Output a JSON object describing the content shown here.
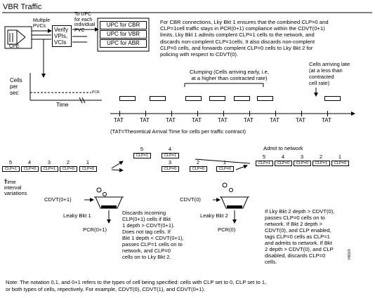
{
  "title": "VBR Traffic",
  "top": {
    "multiple_pvcs": "Multiple\nPVCs",
    "to_upc": "To UPC\nfor each\nindividual\nPVC",
    "verify_box": "Verify\nVPIs,\nVCIs",
    "cpe": "CPE",
    "upc_items": [
      "UPC for CBR",
      "UPC for VBR",
      "UPC for ABR"
    ],
    "cells_per_sec": "Cells\nper\nsec",
    "pcr": "PCR",
    "time": "Time",
    "description": "For CBR connections, Lky Bkt 1 ensures that the combined CLP=0 and\nCLP=1cell traffic stays in PCR(0+1) compliance within the CDVT(0+1)\nlimits.  Lky Bkt 1 admits complent CLP=1 cells to the network, and\ndiscards non-complent CLP=1cells.  It also discards non-complent\nCLP=0 cells, and forwards complent CLP=0 cells to Lky Bkt 2 for\npolicing with respect to CDVT(0)."
  },
  "tat_section": {
    "clumping_label": "Clumping (Cells arriving early, i.e,\nat a higher than contracted rate)",
    "late_label": "Cells arriving late\n(at a less than\ncontracted\ncell rate)",
    "tat_label": "TAT",
    "tat_count": 9,
    "legend": "(TAT=Theoretical Arrival Time for cells per traffic contract)"
  },
  "flow": {
    "admit_label": "Admit to network",
    "input_cells": [
      {
        "num": "5",
        "clp": "CLP=1"
      },
      {
        "num": "4",
        "clp": "CLP=0"
      },
      {
        "num": "3",
        "clp": "CLP=1"
      },
      {
        "num": "2",
        "clp": "CLP=0"
      },
      {
        "num": "1",
        "clp": "CLP=0"
      }
    ],
    "upper_cells": [
      {
        "num": "5",
        "clp": "CLP=1"
      },
      {
        "num": "4",
        "clp": "CLP=1"
      }
    ],
    "mid_cells": [
      {
        "num": "3",
        "clp": "CLP=0"
      },
      {
        "num": "2",
        "clp": "CLP=0"
      },
      {
        "num": "1",
        "clp": "CLP=0"
      }
    ],
    "output_cells": [
      {
        "num": "5",
        "clp": "CLP=1"
      },
      {
        "num": "4",
        "clp": "CLP=0"
      },
      {
        "num": "3",
        "clp": "CLP=0"
      },
      {
        "num": "2",
        "clp": "CLP=1"
      },
      {
        "num": "1",
        "clp": "CLP=0"
      }
    ]
  },
  "buckets": {
    "time_interval": "Time\ninterval\nvariations",
    "cdvt01": "CDVT(0+1)",
    "leaky1": "Leaky Bkt 1",
    "pcr01": "PCR(0+1)",
    "cdvt0": "CDVT(0)",
    "leaky2": "Leaky Bkt 2",
    "pcr0": "PCR(0)",
    "desc1": "Discards incoming\nCLP(0+1) cells if Bkt\n1 depth > CDVT(0+1).\nDoes not tag cells.  If\nBkt 1 depth < CDVT(0+1),\npasses CLP=1 cells on to\nnetwork, and CLP=0\ncells on to Lky Bkt 2.",
    "desc2": "If Lky Bkt 2 depth > CDVT(0),\npasses CLP=0 cells on to\nnetwork.  If Bkt 2 depth >\nCDVT(0), and CLP enabled,\ntags CLP=0 cells as CLP=1\nand admits to network.  If Bkt\n2 depth > CDVT(0), and CLP\ndisabled, discards CLP=0\ncells.",
    "figure_id": "H8164"
  },
  "note": "Note:  The notation 0,1, and 0+1 refers to the types of cell being specified: cells with CLP set to 0, CLP set to 1,\nor both types of cells, repectively.   For example, CDVT(0), CDVT(1), and CDVT(0+1)."
}
